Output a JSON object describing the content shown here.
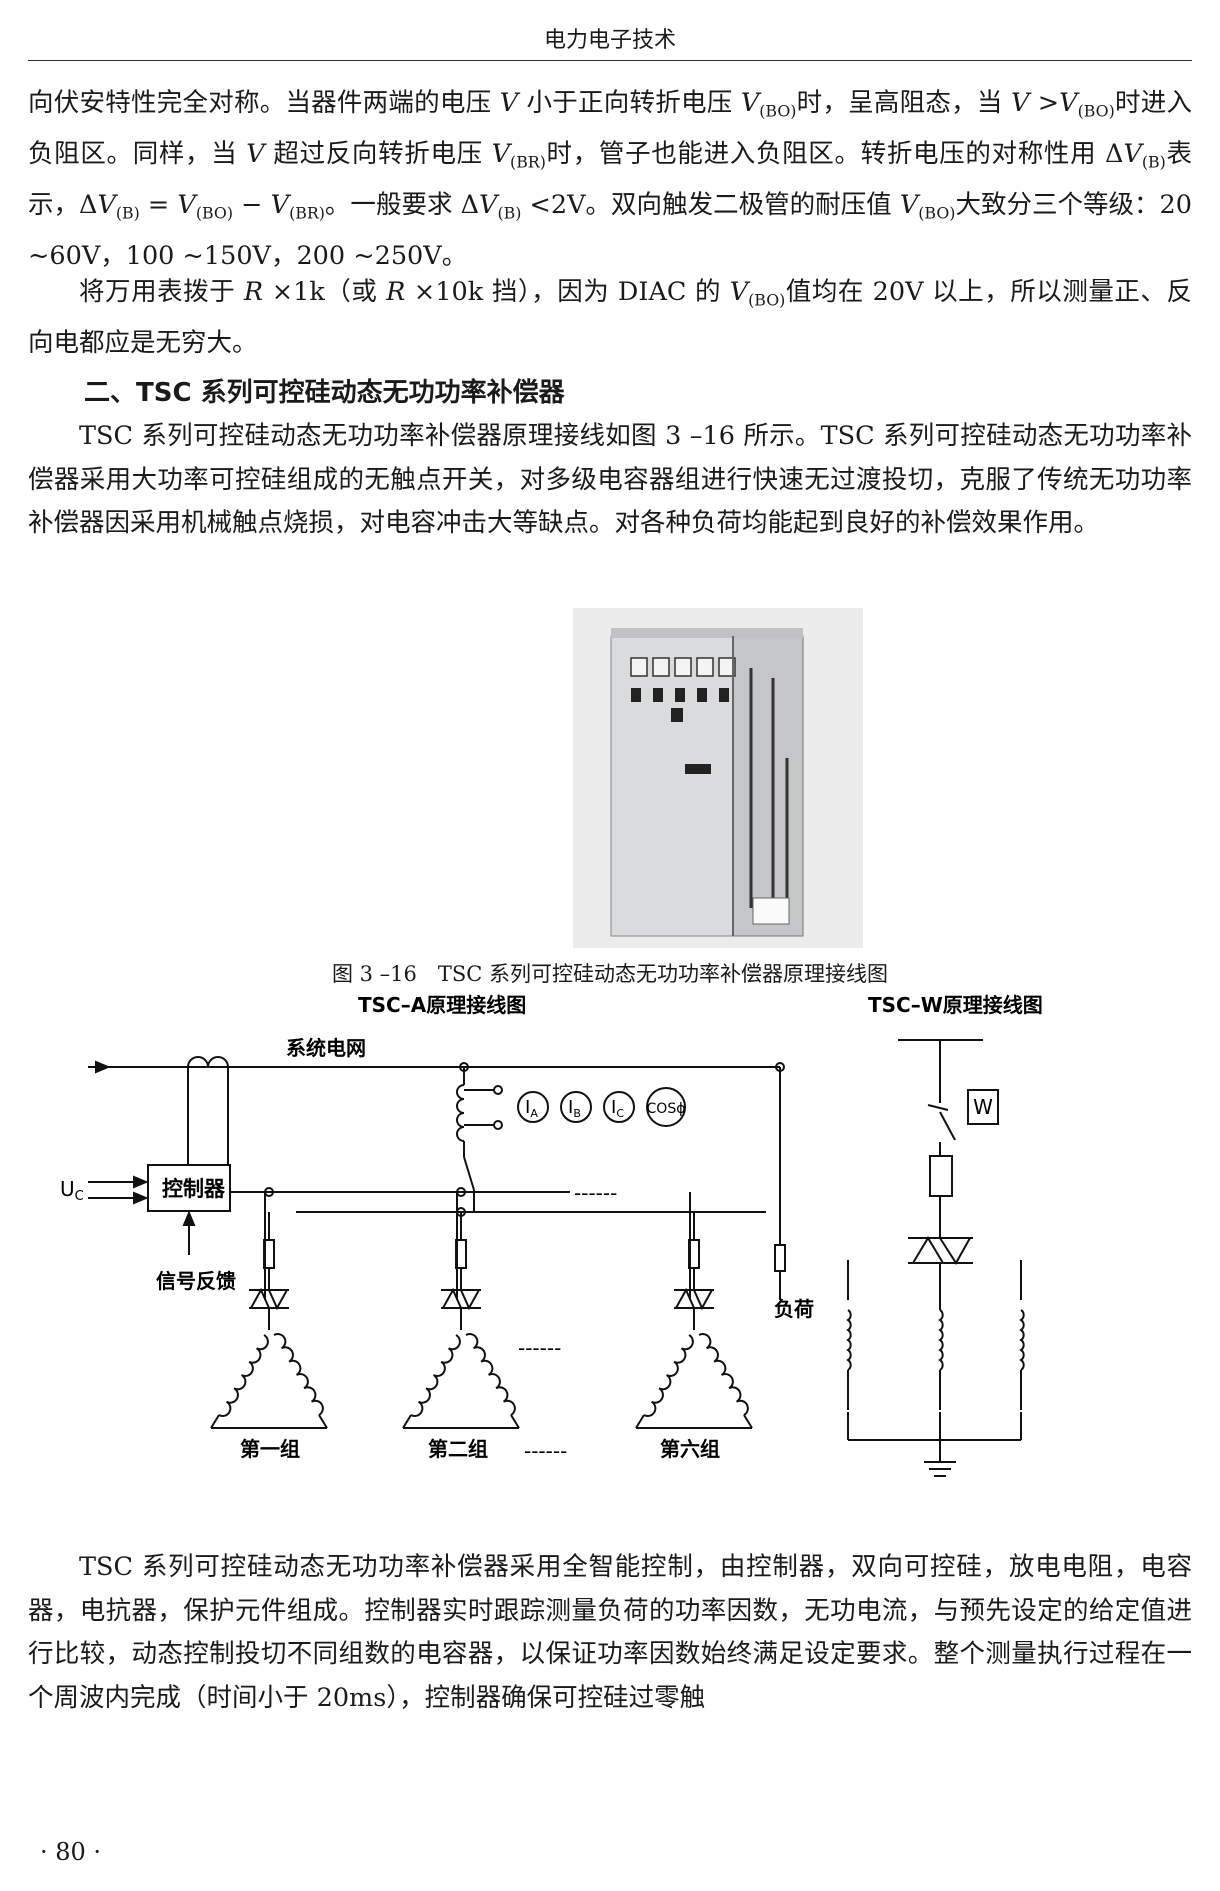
{
  "header": {
    "title": "电力电子技术"
  },
  "paragraphs": {
    "p1": {
      "l1a": "向伏安特性完全对称。当器件两端的电压 ",
      "v1": "V",
      "l1b": " 小于正向转折电压 ",
      "v2": "V",
      "bo1": "(BO)",
      "l1c": "时，呈高阻态，当 ",
      "v3": "V",
      "l1d": " >",
      "v4": "V",
      "bo2": "(BO)",
      "l2a": "时进入负阻区。同样，当 ",
      "v5": "V",
      "l2b": " 超过反向转折电压 ",
      "v6": "V",
      "br1": "(BR)",
      "l2c": "时，管子也能进入负阻区。转折电",
      "l3a": "压的对称性用 Δ",
      "v7": "V",
      "b1": "(B)",
      "l3b": "表示，Δ",
      "v8": "V",
      "b2": "(B)",
      "l3c": " = ",
      "v9": "V",
      "bo3": "(BO)",
      "l3d": " − ",
      "v10": "V",
      "br2": "(BR)",
      "l3e": "。一般要求 Δ",
      "v11": "V",
      "b3": "(B)",
      "l3f": " <2V。双向触发二极管的耐",
      "l4a": "压值 ",
      "v12": "V",
      "bo4": "(BO)",
      "l4b": "大致分三个等级：20 ~60V，100 ~150V，200 ~250V。"
    },
    "p2": {
      "a": "将万用表拨于 ",
      "r1": "R",
      "b": " ×1k（或 ",
      "r2": "R",
      "c": " ×10k 挡），因为 DIAC 的 ",
      "v": "V",
      "bo": "(BO)",
      "d": "值均在 20V 以上，所以测量正、反向电都应是无穷大。"
    },
    "section_heading": "二、TSC 系列可控硅动态无功功率补偿器",
    "p3": "TSC 系列可控硅动态无功功率补偿器原理接线如图 3 –16 所示。TSC 系列可控硅动态无功功率补偿器采用大功率可控硅组成的无触点开关，对多级电容器组进行快速无过渡投切，克服了传统无功功率补偿器因采用机械触点烧损，对电容冲击大等缺点。对各种负荷均能起到良好的补偿效果作用。",
    "p4": "TSC 系列可控硅动态无功功率补偿器采用全智能控制，由控制器，双向可控硅，放电电阻，电容器，电抗器，保护元件组成。控制器实时跟踪测量负荷的功率因数，无功电流，与预先设定的给定值进行比较，动态控制投切不同组数的电容器，以保证功率因数始终满足设定要求。整个测量执行过程在一个周波内完成（时间小于 20ms），控制器确保可控硅过零触"
  },
  "figure": {
    "title_a": "TSC–A原理接线图",
    "title_w": "TSC–W原理接线图",
    "grid_label": "系统电网",
    "uc": "U",
    "uc_sub": "C",
    "controller": "控制器",
    "feedback": "信号反馈",
    "meters": [
      {
        "main": "I",
        "sub": "A"
      },
      {
        "main": "I",
        "sub": "B"
      },
      {
        "main": "I",
        "sub": "C"
      },
      {
        "main": "COSϕ",
        "sub": ""
      }
    ],
    "load": "负荷",
    "w_box": "W",
    "groups": [
      "第一组",
      "第二组",
      "第六组"
    ],
    "dashes": "------",
    "caption": "图 3 –16　TSC 系列可控硅动态无功功率补偿器原理接线图"
  },
  "page_number": "· 80 ·"
}
